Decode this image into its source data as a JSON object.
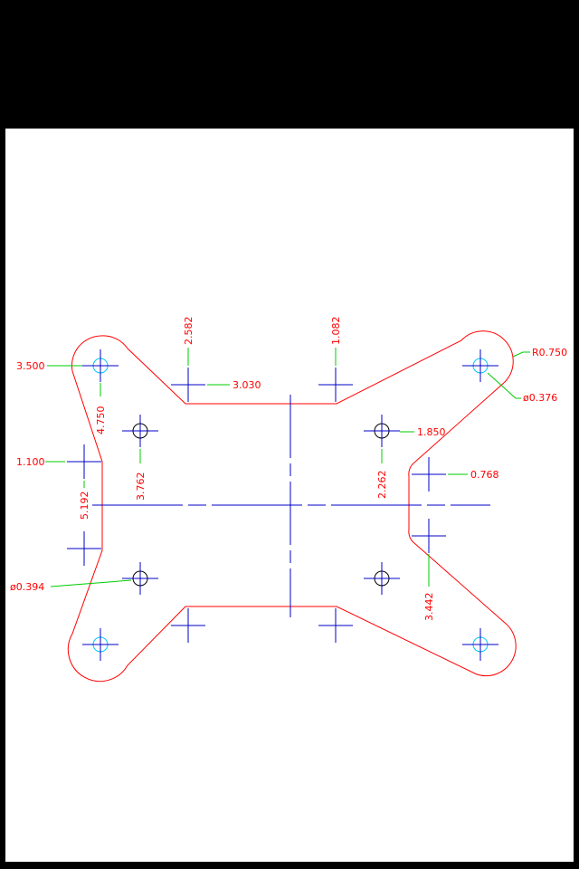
{
  "colors": {
    "outline": "#ff0000",
    "centerline": "#0000c8",
    "hole_mounting": "#00c8ff",
    "hole_other": "#000000",
    "leader": "#00cc00",
    "dimension_text": "#ff0000",
    "background_top": "#000000",
    "sheet": "#ffffff"
  },
  "labels": {
    "d3500": "3.500",
    "d4750": "4.750",
    "d2582": "2.582",
    "d3030": "3.030",
    "d1082": "1.082",
    "r0750": "R0.750",
    "dia0376": "ø0.376",
    "d1850": "1.850",
    "d1100": "1.100",
    "d3762": "3.762",
    "d2262": "2.262",
    "d0768": "0.768",
    "d5192": "5.192",
    "dia0394": "ø0.394",
    "d3442": "3.442"
  }
}
